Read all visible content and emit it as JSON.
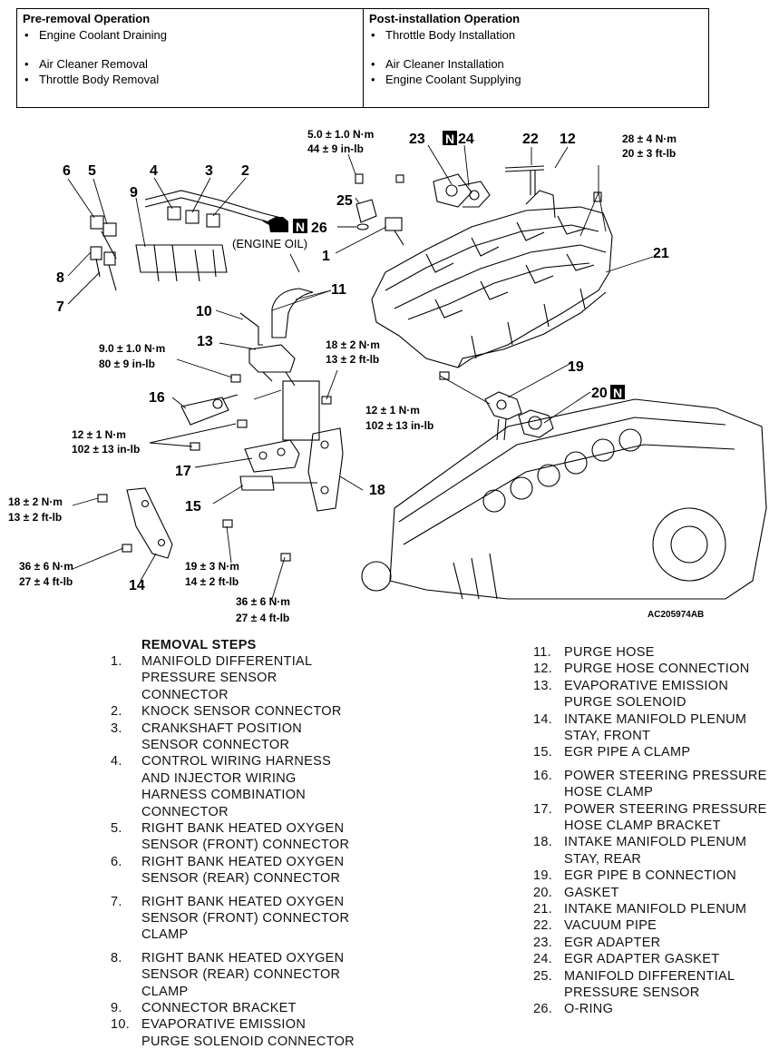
{
  "pre_removal": {
    "heading": "Pre-removal Operation",
    "items": [
      "Engine Coolant Draining",
      "Air Cleaner Removal",
      "Throttle Body Removal"
    ]
  },
  "post_installation": {
    "heading": "Post-installation Operation",
    "items": [
      "Throttle Body Installation",
      "Air Cleaner Installation",
      "Engine Coolant Supplying"
    ]
  },
  "diagram": {
    "figure_code": "AC205974AB",
    "engine_oil_label": "(ENGINE OIL)",
    "n_mark": "N",
    "callouts": [
      "1",
      "2",
      "3",
      "4",
      "5",
      "6",
      "7",
      "8",
      "9",
      "10",
      "11",
      "12",
      "13",
      "14",
      "15",
      "16",
      "17",
      "18",
      "19",
      "20",
      "21",
      "22",
      "23",
      "24",
      "25",
      "26"
    ],
    "torques": {
      "t25": [
        "5.0 ± 1.0 N·m",
        "44 ± 9 in-lb"
      ],
      "t21": [
        "28 ± 4 N·m",
        "20 ± 3 ft-lb"
      ],
      "t13": [
        "9.0 ± 1.0 N·m",
        "80 ± 9 in-lb"
      ],
      "t18a": [
        "18 ± 2 N·m",
        "13 ± 2 ft-lb"
      ],
      "t17": [
        "12 ± 1 N·m",
        "102 ± 13 in-lb"
      ],
      "t19": [
        "12 ± 1 N·m",
        "102 ± 13 in-lb"
      ],
      "t14a": [
        "18 ± 2 N·m",
        "13 ± 2 ft-lb"
      ],
      "t14b": [
        "36 ± 6 N·m",
        "27 ± 4 ft-lb"
      ],
      "t15": [
        "19 ± 3 N·m",
        "14 ± 2 ft-lb"
      ],
      "t18b": [
        "36 ± 6 N·m",
        "27 ± 4 ft-lb"
      ]
    }
  },
  "removal_steps": {
    "title": "REMOVAL STEPS",
    "left": [
      {
        "num": "1.",
        "lines": [
          "MANIFOLD DIFFERENTIAL",
          "PRESSURE SENSOR",
          "CONNECTOR"
        ]
      },
      {
        "num": "2.",
        "lines": [
          "KNOCK SENSOR CONNECTOR"
        ]
      },
      {
        "num": "3.",
        "lines": [
          "CRANKSHAFT POSITION",
          "SENSOR CONNECTOR"
        ]
      },
      {
        "num": "4.",
        "lines": [
          "CONTROL WIRING HARNESS",
          "AND INJECTOR WIRING",
          "HARNESS COMBINATION",
          "CONNECTOR"
        ]
      },
      {
        "num": "5.",
        "lines": [
          "RIGHT BANK HEATED OXYGEN",
          "SENSOR (FRONT) CONNECTOR"
        ]
      },
      {
        "num": "6.",
        "lines": [
          "RIGHT BANK HEATED OXYGEN",
          "SENSOR (REAR) CONNECTOR"
        ]
      },
      {
        "num": "7.",
        "lines": [
          "RIGHT BANK HEATED OXYGEN",
          "SENSOR (FRONT)  CONNECTOR",
          "CLAMP"
        ]
      },
      {
        "num": "8.",
        "lines": [
          "RIGHT BANK HEATED OXYGEN",
          "SENSOR (REAR) CONNECTOR",
          "CLAMP"
        ]
      },
      {
        "num": "9.",
        "lines": [
          "CONNECTOR BRACKET"
        ]
      },
      {
        "num": "10.",
        "lines": [
          "EVAPORATIVE EMISSION",
          "PURGE SOLENOID CONNECTOR"
        ]
      }
    ],
    "right": [
      {
        "num": "11.",
        "lines": [
          "PURGE HOSE"
        ]
      },
      {
        "num": "12.",
        "lines": [
          "PURGE HOSE CONNECTION"
        ]
      },
      {
        "num": "13.",
        "lines": [
          "EVAPORATIVE EMISSION",
          "PURGE SOLENOID"
        ]
      },
      {
        "num": "14.",
        "lines": [
          "INTAKE MANIFOLD PLENUM",
          "STAY, FRONT"
        ]
      },
      {
        "num": "15.",
        "lines": [
          "EGR PIPE A CLAMP"
        ]
      },
      {
        "num": "16.",
        "lines": [
          "POWER STEERING PRESSURE",
          "HOSE CLAMP"
        ]
      },
      {
        "num": "17.",
        "lines": [
          "POWER STEERING PRESSURE",
          "HOSE CLAMP BRACKET"
        ]
      },
      {
        "num": "18.",
        "lines": [
          "INTAKE MANIFOLD PLENUM",
          "STAY, REAR"
        ]
      },
      {
        "num": "19.",
        "lines": [
          "EGR PIPE B CONNECTION"
        ]
      },
      {
        "num": "20.",
        "lines": [
          "GASKET"
        ]
      },
      {
        "num": "21.",
        "lines": [
          "INTAKE MANIFOLD PLENUM"
        ]
      },
      {
        "num": "22.",
        "lines": [
          "VACUUM PIPE"
        ]
      },
      {
        "num": "23.",
        "lines": [
          "EGR ADAPTER"
        ]
      },
      {
        "num": "24.",
        "lines": [
          "EGR ADAPTER GASKET"
        ]
      },
      {
        "num": "25.",
        "lines": [
          "MANIFOLD DIFFERENTIAL",
          "PRESSURE SENSOR"
        ]
      },
      {
        "num": "26.",
        "lines": [
          "O-RING"
        ]
      }
    ]
  }
}
